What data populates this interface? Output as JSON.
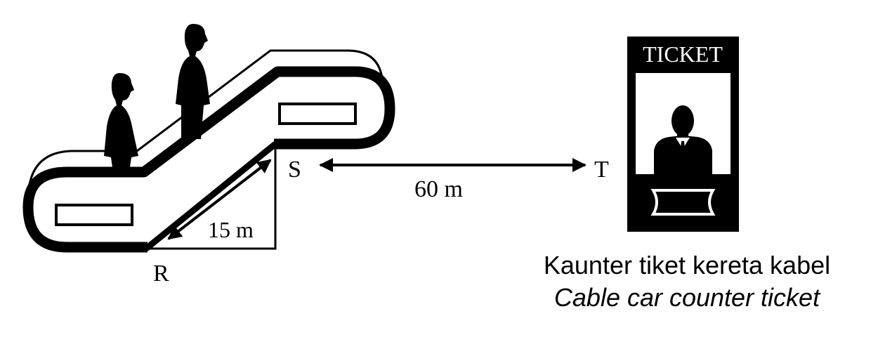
{
  "points": {
    "R": "R",
    "S": "S",
    "T": "T"
  },
  "measurements": {
    "escalator_length": "15 m",
    "distance_S_to_T": "60 m"
  },
  "booth": {
    "sign": "TICKET"
  },
  "caption": {
    "malay": "Kaunter tiket kereta kabel",
    "english": "Cable car counter ticket"
  },
  "colors": {
    "ink": "#000000",
    "paper": "#ffffff"
  },
  "icons": [
    "escalator-icon",
    "person-silhouette-icon",
    "ticket-booth-icon",
    "ticket-icon",
    "double-arrow-icon"
  ]
}
